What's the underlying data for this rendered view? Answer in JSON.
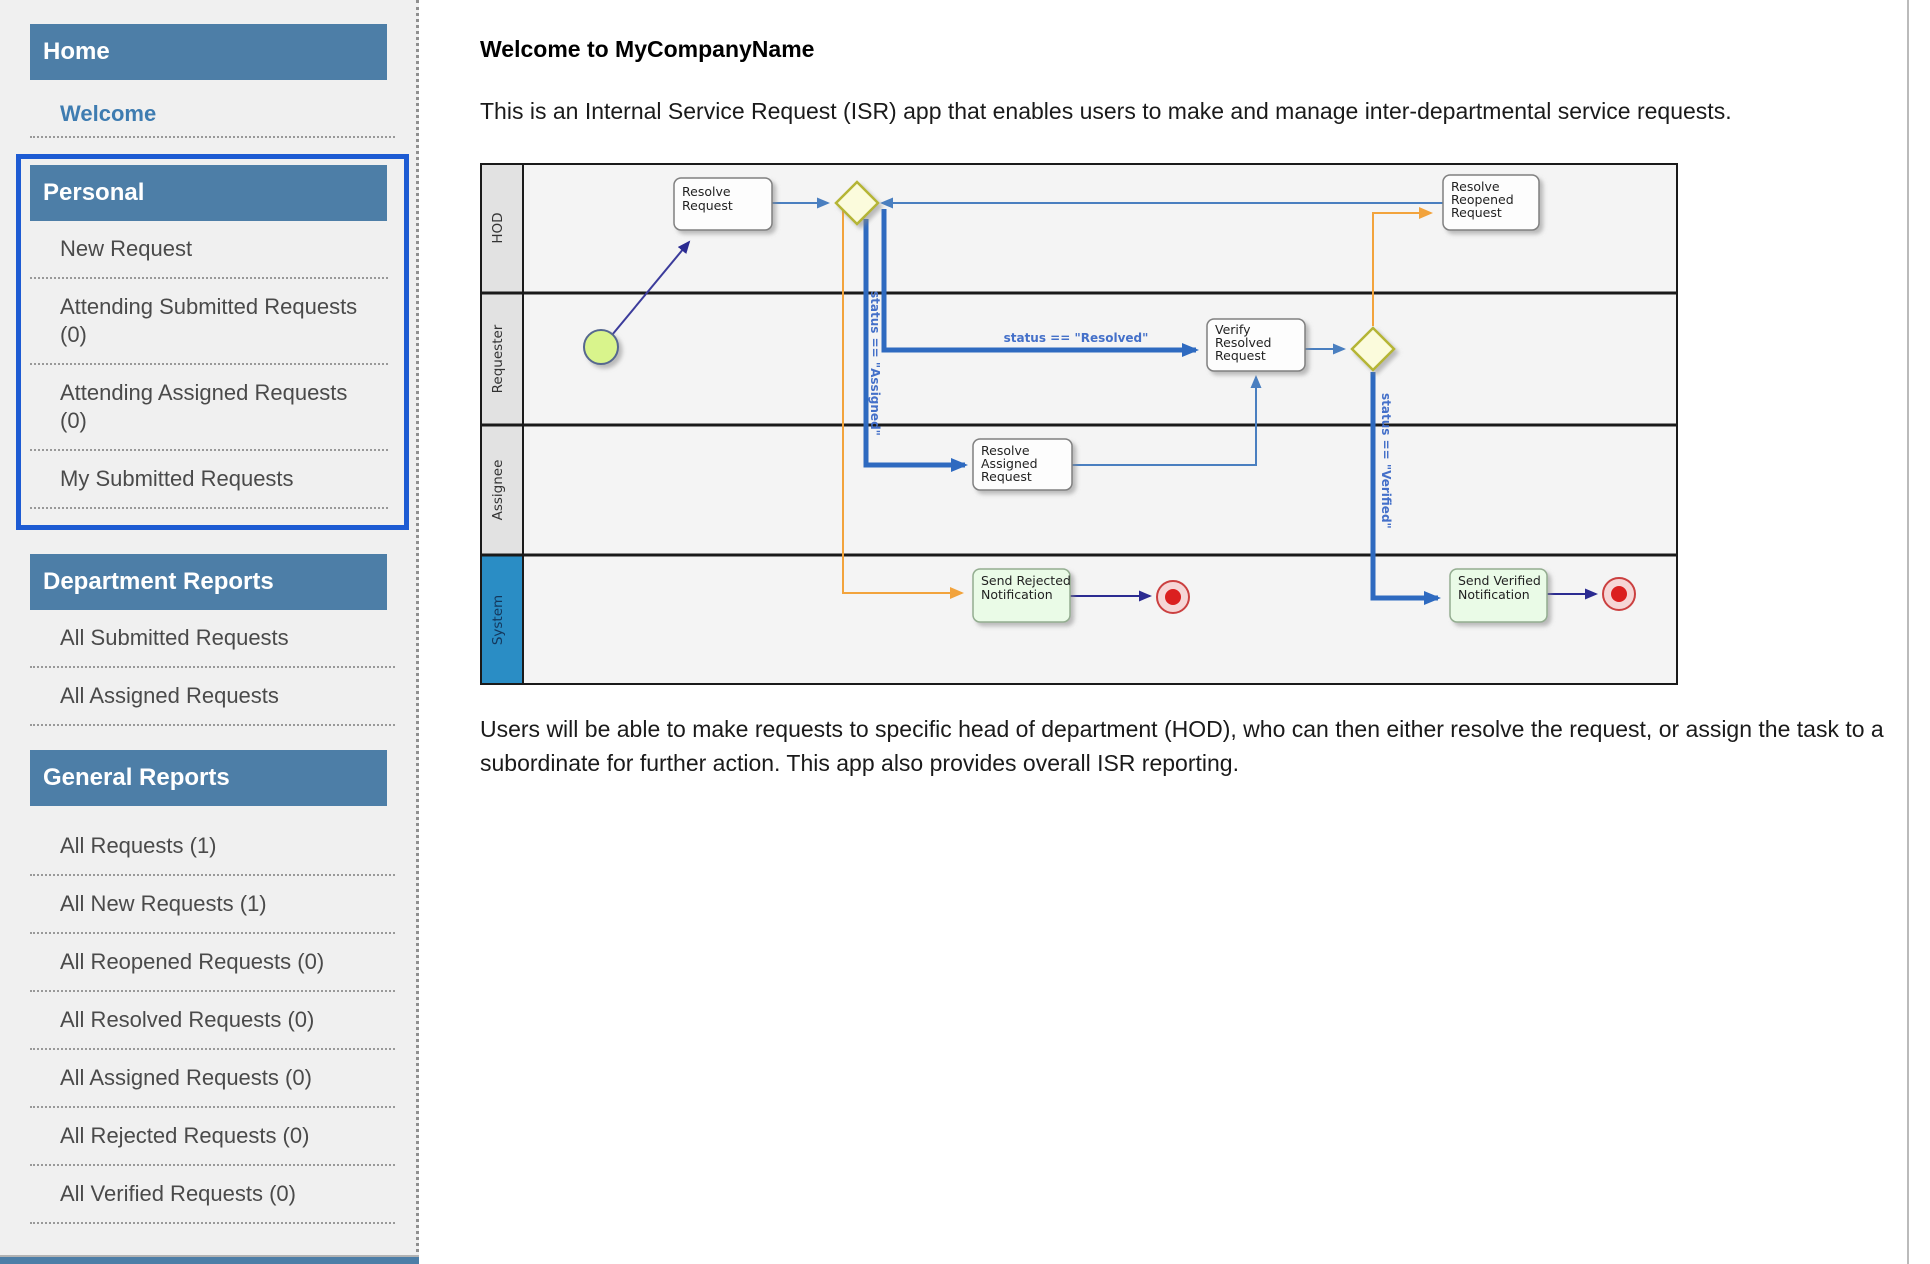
{
  "sidebar": {
    "sections": [
      {
        "title": "Home",
        "items": [
          "Welcome"
        ]
      },
      {
        "title": "Personal",
        "highlighted": true,
        "items": [
          "New Request",
          "Attending Submitted Requests (0)",
          "Attending Assigned Requests (0)",
          "My Submitted Requests"
        ]
      },
      {
        "title": "Department Reports",
        "items": [
          "All Submitted Requests",
          "All Assigned Requests"
        ]
      },
      {
        "title": "General Reports",
        "items": [
          "All Requests (1)",
          "All New Requests (1)",
          "All Reopened Requests (0)",
          "All Resolved Requests (0)",
          "All Assigned Requests (0)",
          "All Rejected Requests (0)",
          "All Verified Requests (0)"
        ]
      }
    ]
  },
  "main": {
    "title": "Welcome to MyCompanyName",
    "intro": "This is an Internal Service Request (ISR) app that enables users to make and manage inter-departmental service requests.",
    "description": "Users will be able to make requests to specific head of department (HOD), who can then either resolve the request, or assign the task to a subordinate for further action. This app also provides overall ISR reporting."
  },
  "diagram": {
    "type": "bpmn-swimlane",
    "lanes": {
      "0": "HOD",
      "1": "Requester",
      "2": "Assignee",
      "3": "System"
    },
    "nodes": {
      "resolve_request": {
        "0": "Resolve",
        "1": "Request"
      },
      "resolve_reopened": {
        "0": "Resolve",
        "1": "Reopened",
        "2": "Request"
      },
      "verify_resolved": {
        "0": "Verify",
        "1": "Resolved",
        "2": "Request"
      },
      "resolve_assigned": {
        "0": "Resolve",
        "1": "Assigned",
        "2": "Request"
      },
      "send_rejected": {
        "0": "Send Rejected",
        "1": "Notification"
      },
      "send_verified": {
        "0": "Send Verified",
        "1": "Notification"
      }
    },
    "conditions": {
      "assigned": "status == \"Assigned\"",
      "resolved": "status == \"Resolved\"",
      "verified": "status == \"Verified\""
    },
    "colors": {
      "header_blue": "#4d7ea7",
      "highlight_outline": "#1d5bd3",
      "link_blue": "#3e7cb1",
      "system_lane_blue": "#2a8dc5",
      "flow_thick_blue": "#2e6ac0",
      "flow_blue": "#4a7fc0",
      "flow_navy": "#2b2b91",
      "flow_orange": "#f2a33c",
      "gateway_fill": "#fbfbdc",
      "gateway_border": "#b5b535",
      "start_event_green": "#d9f48c",
      "end_event_red": "#db1f1f",
      "notification_green": "#eafbe7"
    }
  }
}
